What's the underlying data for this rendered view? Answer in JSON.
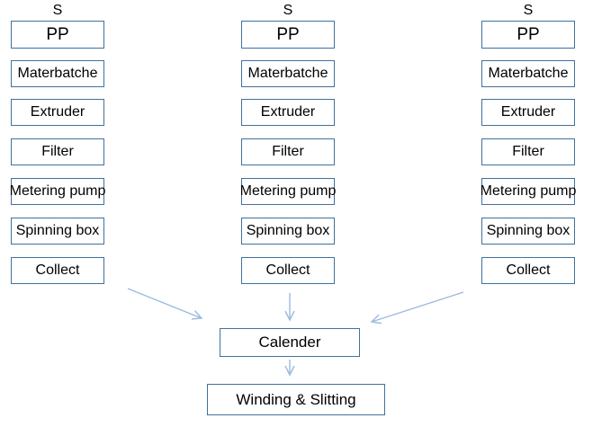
{
  "colors": {
    "box_border": "#41719c",
    "arrow": "#9cbade",
    "text": "#000000",
    "box_fill": "#ffffff"
  },
  "columns": [
    {
      "source_label": "S",
      "boxes": [
        "PP",
        "Materbatche",
        "Extruder",
        "Filter",
        "Metering pump",
        "Spinning box",
        "Collect"
      ]
    },
    {
      "source_label": "S",
      "boxes": [
        "PP",
        "Materbatche",
        "Extruder",
        "Filter",
        "Metering pump",
        "Spinning box",
        "Collect"
      ]
    },
    {
      "source_label": "S",
      "boxes": [
        "PP",
        "Materbatche",
        "Extruder",
        "Filter",
        "Metering pump",
        "Spinning box",
        "Collect"
      ]
    }
  ],
  "merge_stage": {
    "calender_label": "Calender",
    "winding_label": "Winding & Slitting"
  }
}
